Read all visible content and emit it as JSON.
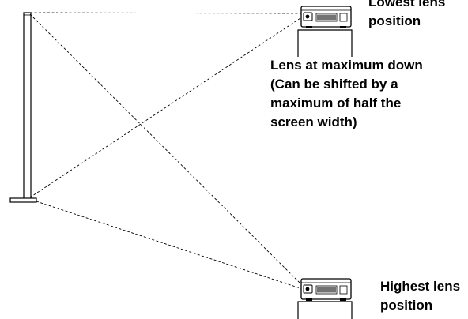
{
  "labels": {
    "lowest": {
      "lines": [
        "Lowest lens",
        "position"
      ]
    },
    "max_down": {
      "lines": [
        "Lens at maximum down",
        "(Can be shifted by a",
        "maximum of half the",
        "screen width)"
      ]
    },
    "highest": {
      "lines": [
        "Highest lens",
        "position"
      ]
    }
  },
  "colors": {
    "line": "#000000",
    "background": "#ffffff"
  },
  "icons": {
    "screen": "projection-screen-icon",
    "projector": "projector-icon",
    "stand": "projector-stand-icon"
  }
}
